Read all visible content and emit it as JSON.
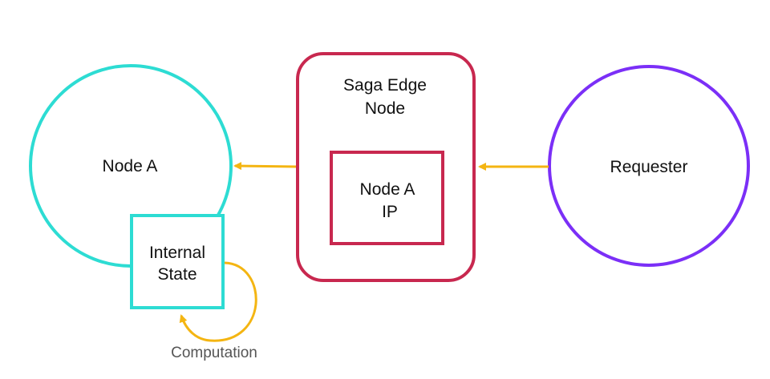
{
  "nodes": {
    "node_a": {
      "label": "Node A",
      "color": "#2ddcd3"
    },
    "internal_state": {
      "line1": "Internal",
      "line2": "State",
      "color": "#2ddcd3"
    },
    "saga_edge_node": {
      "line1": "Saga Edge",
      "line2": "Node",
      "color": "#c8284f"
    },
    "node_a_ip": {
      "line1": "Node A",
      "line2": "IP",
      "color": "#c8284f"
    },
    "requester": {
      "label": "Requester",
      "color": "#7b2ff7"
    }
  },
  "edges": {
    "computation_label": "Computation",
    "arrow_color": "#f4b512"
  }
}
